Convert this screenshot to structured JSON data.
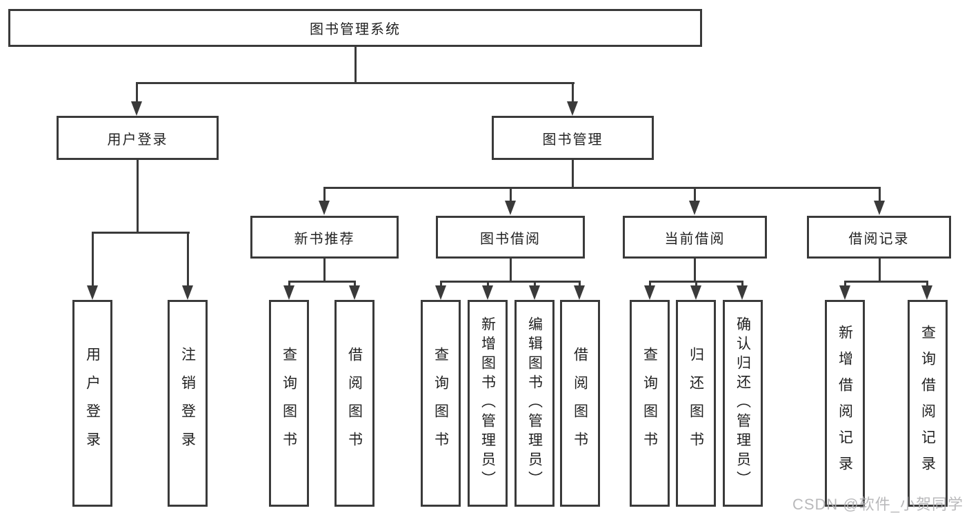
{
  "colors": {
    "line": "#3a3a3a",
    "text": "#222222",
    "watermark": "#b2b2b4",
    "background": "#ffffff"
  },
  "watermark": {
    "text": "CSDN @软件_小贺同学"
  },
  "tree": {
    "label": "图书管理系统",
    "children": [
      {
        "label": "用户登录",
        "children": [
          {
            "label": "用户登录"
          },
          {
            "label": "注销登录"
          }
        ]
      },
      {
        "label": "图书管理",
        "children": [
          {
            "label": "新书推荐",
            "children": [
              {
                "label": "查询图书"
              },
              {
                "label": "借阅图书"
              }
            ]
          },
          {
            "label": "图书借阅",
            "children": [
              {
                "label": "查询图书"
              },
              {
                "label": "新增图书（管理员）"
              },
              {
                "label": "编辑图书（管理员）"
              },
              {
                "label": "借阅图书"
              }
            ]
          },
          {
            "label": "当前借阅",
            "children": [
              {
                "label": "查询图书"
              },
              {
                "label": "归还图书"
              },
              {
                "label": "确认归还（管理员）"
              }
            ]
          },
          {
            "label": "借阅记录",
            "children": [
              {
                "label": "新增借阅记录"
              },
              {
                "label": "查询借阅记录"
              }
            ]
          }
        ]
      }
    ]
  }
}
